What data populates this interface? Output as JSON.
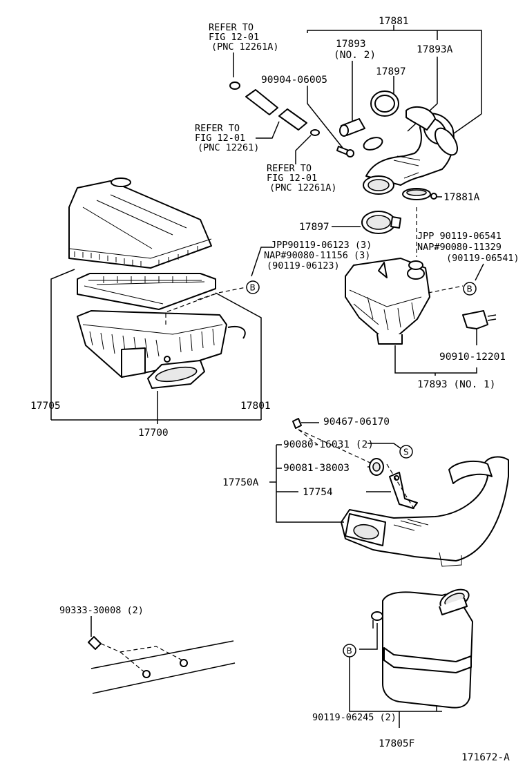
{
  "labels": {
    "l_17881": "17881",
    "l_17893_no2_num": "17893",
    "l_17893_no2_sfx": "(NO. 2)",
    "l_17893A": "17893A",
    "l_90904": "90904-06005",
    "l_17897_top": "17897",
    "l_refer1_a": "REFER TO",
    "l_refer1_b": "FIG 12-01",
    "l_refer1_c": "(PNC 12261A)",
    "l_refer2_a": "REFER TO",
    "l_refer2_b": "FIG 12-01",
    "l_refer2_c": "(PNC 12261)",
    "l_refer3_a": "REFER TO",
    "l_refer3_b": "FIG 12-01",
    "l_refer3_c": "(PNC 12261A)",
    "l_17881A": "17881A",
    "l_17897_mid": "17897",
    "l_jpp_left_a": "JPP90119-06123 (3)",
    "l_jpp_left_b": "NAP#90080-11156 (3)",
    "l_jpp_left_c": "(90119-06123)",
    "l_jpp_right_a": "JPP  90119-06541",
    "l_jpp_right_b": "NAP#90080-11329",
    "l_jpp_right_c": "(90119-06541)",
    "l_90910": "90910-12201",
    "l_17893_no1": "17893 (NO. 1)",
    "l_17705": "17705",
    "l_17801": "17801",
    "l_17700": "17700",
    "l_90467": "90467-06170",
    "l_90080_16031": "90080-16031 (2)",
    "l_90081": "90081-38003",
    "l_17750A": "17750A",
    "l_17754": "17754",
    "l_90333": "90333-30008 (2)",
    "l_90119_06245": "90119-06245 (2)",
    "l_17805F": "17805F",
    "l_fig_id": "171672-A"
  },
  "callouts": {
    "b": "B",
    "s": "S"
  }
}
